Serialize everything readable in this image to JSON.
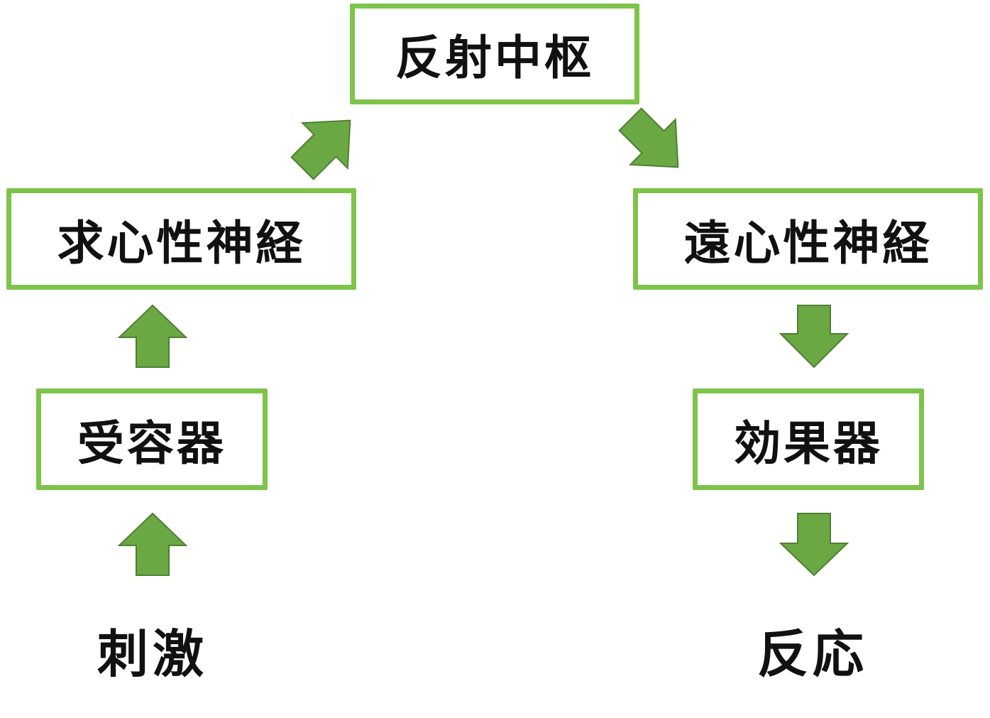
{
  "diagram": {
    "nodes": {
      "reflex_center": "反射中枢",
      "afferent_nerve": "求心性神経",
      "efferent_nerve": "遠心性神経",
      "receptor": "受容器",
      "effector": "効果器"
    },
    "terminals": {
      "stimulus": "刺激",
      "response": "反応"
    },
    "colors": {
      "box_border": "#7dc44a",
      "arrow_fill": "#6aa844",
      "arrow_stroke": "#4f7f31",
      "text": "#111111"
    }
  }
}
